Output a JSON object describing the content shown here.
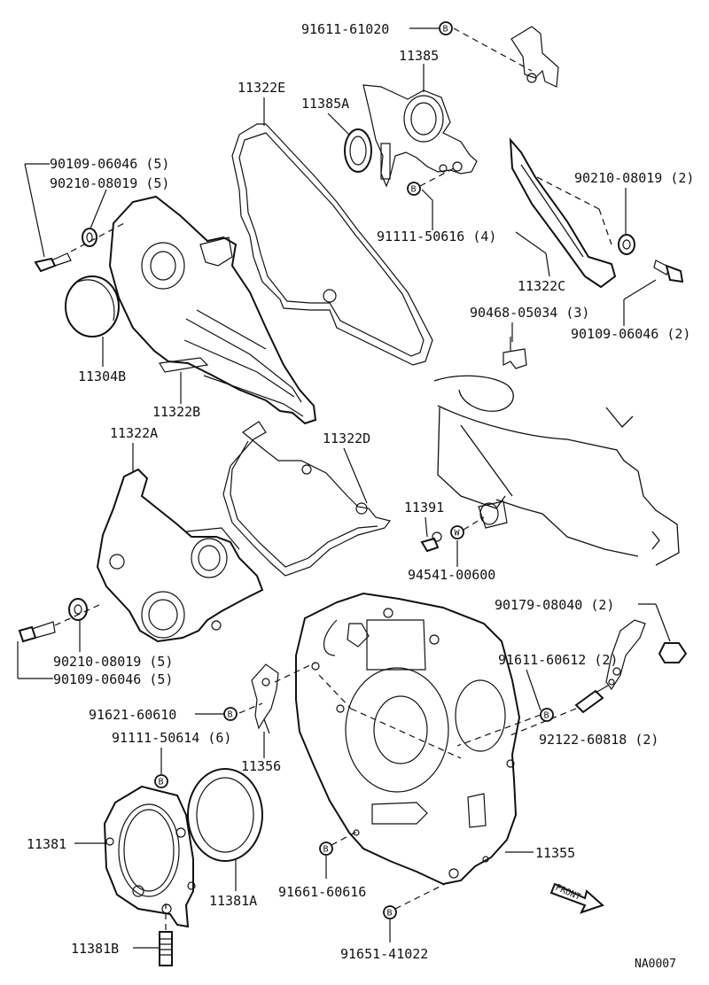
{
  "labels": {
    "p91611_61020": "91611-61020",
    "p11385": "11385",
    "p11322E": "11322E",
    "p11385A": "11385A",
    "p90109_06046_5a": "90109-06046 (5)",
    "p90210_08019_5a": "90210-08019 (5)",
    "p90210_08019_2": "90210-08019 (2)",
    "p91111_50616_4": "91111-50616 (4)",
    "p11322C": "11322C",
    "p90468_05034_3": "90468-05034 (3)",
    "p90109_06046_2": "90109-06046 (2)",
    "p11304B": "11304B",
    "p11322B": "11322B",
    "p11322A": "11322A",
    "p11322D": "11322D",
    "p11391": "11391",
    "p94541_00600": "94541-00600",
    "p90179_08040_2": "90179-08040 (2)",
    "p91611_60612_2": "91611-60612 (2)",
    "p92122_60818_2": "92122-60818 (2)",
    "p90210_08019_5b": "90210-08019 (5)",
    "p90109_06046_5b": "90109-06046 (5)",
    "p91621_60610": "91621-60610",
    "p91111_50614_6": "91111-50614 (6)",
    "p11356": "11356",
    "p11381": "11381",
    "p11381A": "11381A",
    "p11355": "11355",
    "p91661_60616": "91661-60616",
    "p11381B": "11381B",
    "p91651_41022": "91651-41022",
    "front": "FRONT",
    "figure_code": "NA0007"
  },
  "codes": {
    "B": "B",
    "W": "W"
  }
}
